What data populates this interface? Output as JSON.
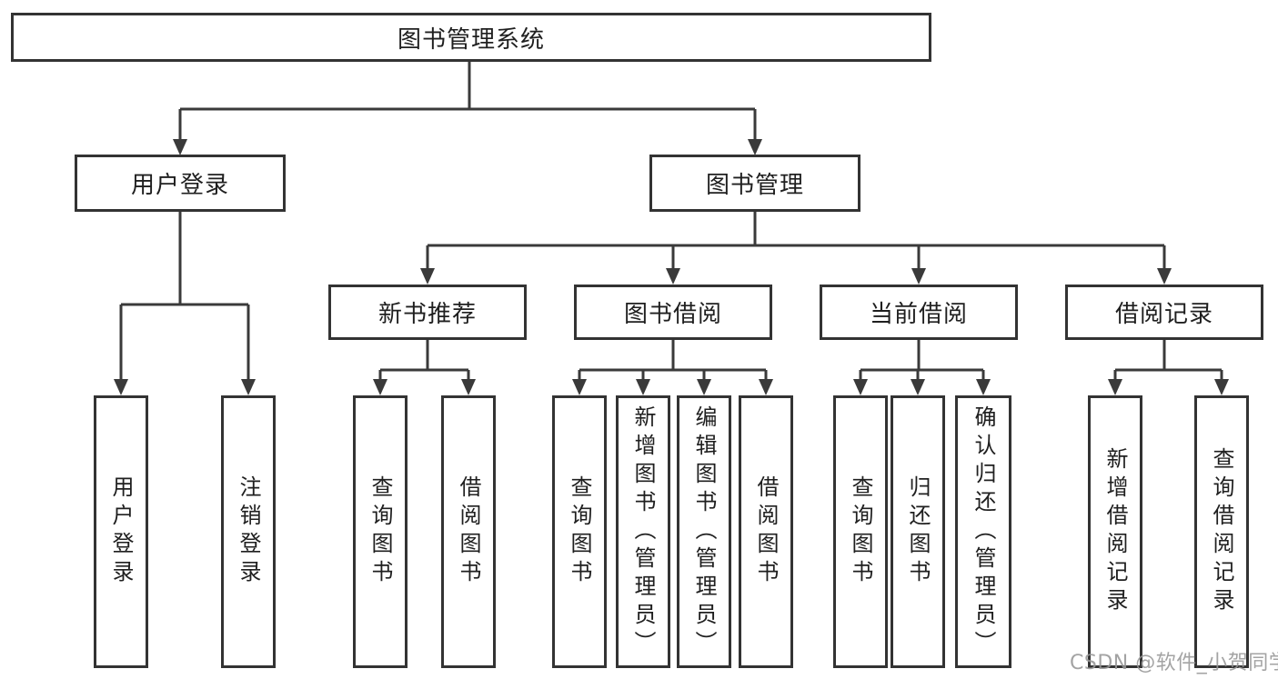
{
  "tree": {
    "label": "图书管理系统",
    "children": [
      {
        "label": "用户登录",
        "children": [
          {
            "label": "用户登录"
          },
          {
            "label": "注销登录"
          }
        ]
      },
      {
        "label": "图书管理",
        "children": [
          {
            "label": "新书推荐",
            "children": [
              {
                "label": "查询图书"
              },
              {
                "label": "借阅图书"
              }
            ]
          },
          {
            "label": "图书借阅",
            "children": [
              {
                "label": "查询图书"
              },
              {
                "label": "新增图书（管理员）"
              },
              {
                "label": "编辑图书（管理员）"
              },
              {
                "label": "借阅图书"
              }
            ]
          },
          {
            "label": "当前借阅",
            "children": [
              {
                "label": "查询图书"
              },
              {
                "label": "归还图书"
              },
              {
                "label": "确认归还（管理员）"
              }
            ]
          },
          {
            "label": "借阅记录",
            "children": [
              {
                "label": "新增借阅记录"
              },
              {
                "label": "查询借阅记录"
              }
            ]
          }
        ]
      }
    ]
  },
  "watermark": "CSDN @软件_小贺同学",
  "colors": {
    "line": "#3a3a3a",
    "box_border": "#333333",
    "text": "#1f1f1f",
    "watermark_text": "#969696",
    "background": "#ffffff"
  }
}
